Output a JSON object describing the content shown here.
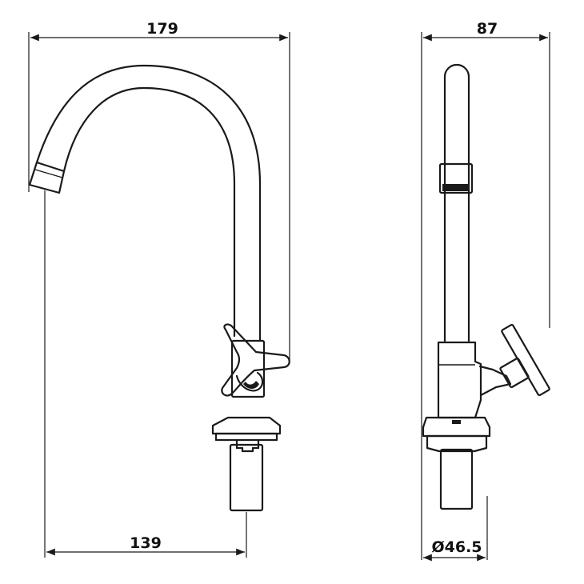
{
  "dimensions": {
    "overall_width": "179",
    "base_offset": "139",
    "side_depth": "87",
    "base_diameter": "Ø46.5"
  },
  "views": [
    "front-view",
    "side-view"
  ]
}
